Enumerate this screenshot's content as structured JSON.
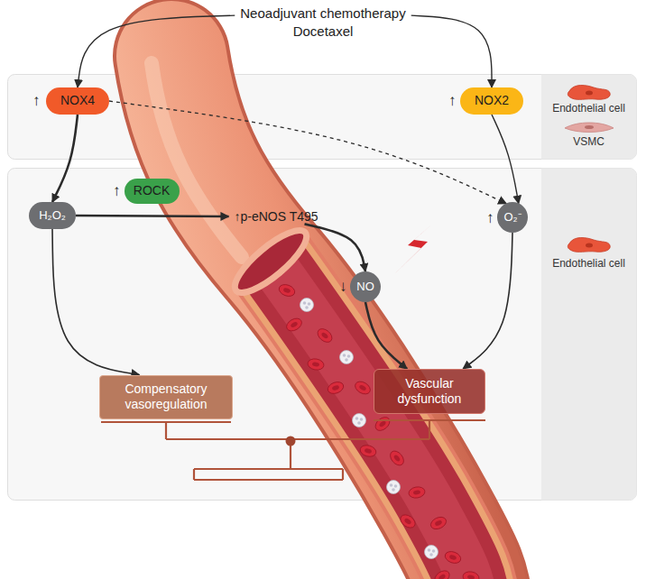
{
  "diagram": {
    "nodes": [
      {
        "text": [
          "Neoadjuvant chemotherapy",
          "Docetaxel"
        ]
      },
      {
        "text": [
          "Endothelial cell",
          "VSMC"
        ]
      },
      {
        "text": [
          "NOX4"
        ],
        "in": 1
      },
      {
        "text": [
          "NOX2"
        ],
        "in": 1
      },
      {
        "text": [
          "Endothelial cell"
        ]
      },
      {
        "text": [
          "ROCK"
        ],
        "in": 4
      },
      {
        "text": [
          "H₂O₂"
        ],
        "in": 4
      },
      {
        "text": [
          "↑p-eNOS T495"
        ],
        "in": 4
      },
      {
        "text": [
          "O₂⁻"
        ],
        "in": 4
      },
      {
        "text": [
          "NO"
        ],
        "in": 4
      },
      {
        "text": [
          "Compensatory vasoregulation"
        ],
        "in": 4
      },
      {
        "text": [
          "Vascular dysfunction"
        ],
        "in": 4
      }
    ],
    "edges": [
      {
        "from": 0,
        "to": 2,
        "arrow": "to"
      },
      {
        "from": 0,
        "to": 3,
        "arrow": "to"
      },
      {
        "from": 2,
        "to": 6,
        "arrow": "to"
      },
      {
        "from": 2,
        "to": 8,
        "arrow": "to"
      },
      {
        "from": 3,
        "to": 8,
        "arrow": "to"
      },
      {
        "from": 6,
        "to": 7,
        "arrow": "to"
      },
      {
        "from": 7,
        "to": 9,
        "arrow": "to"
      },
      {
        "from": 6,
        "to": 10,
        "arrow": "to"
      },
      {
        "from": 9,
        "to": 11,
        "arrow": "to"
      },
      {
        "from": 8,
        "to": 11,
        "arrow": "to"
      }
    ],
    "labels": [
      "↑",
      "↑",
      "↑",
      "↑",
      "↓"
    ]
  }
}
